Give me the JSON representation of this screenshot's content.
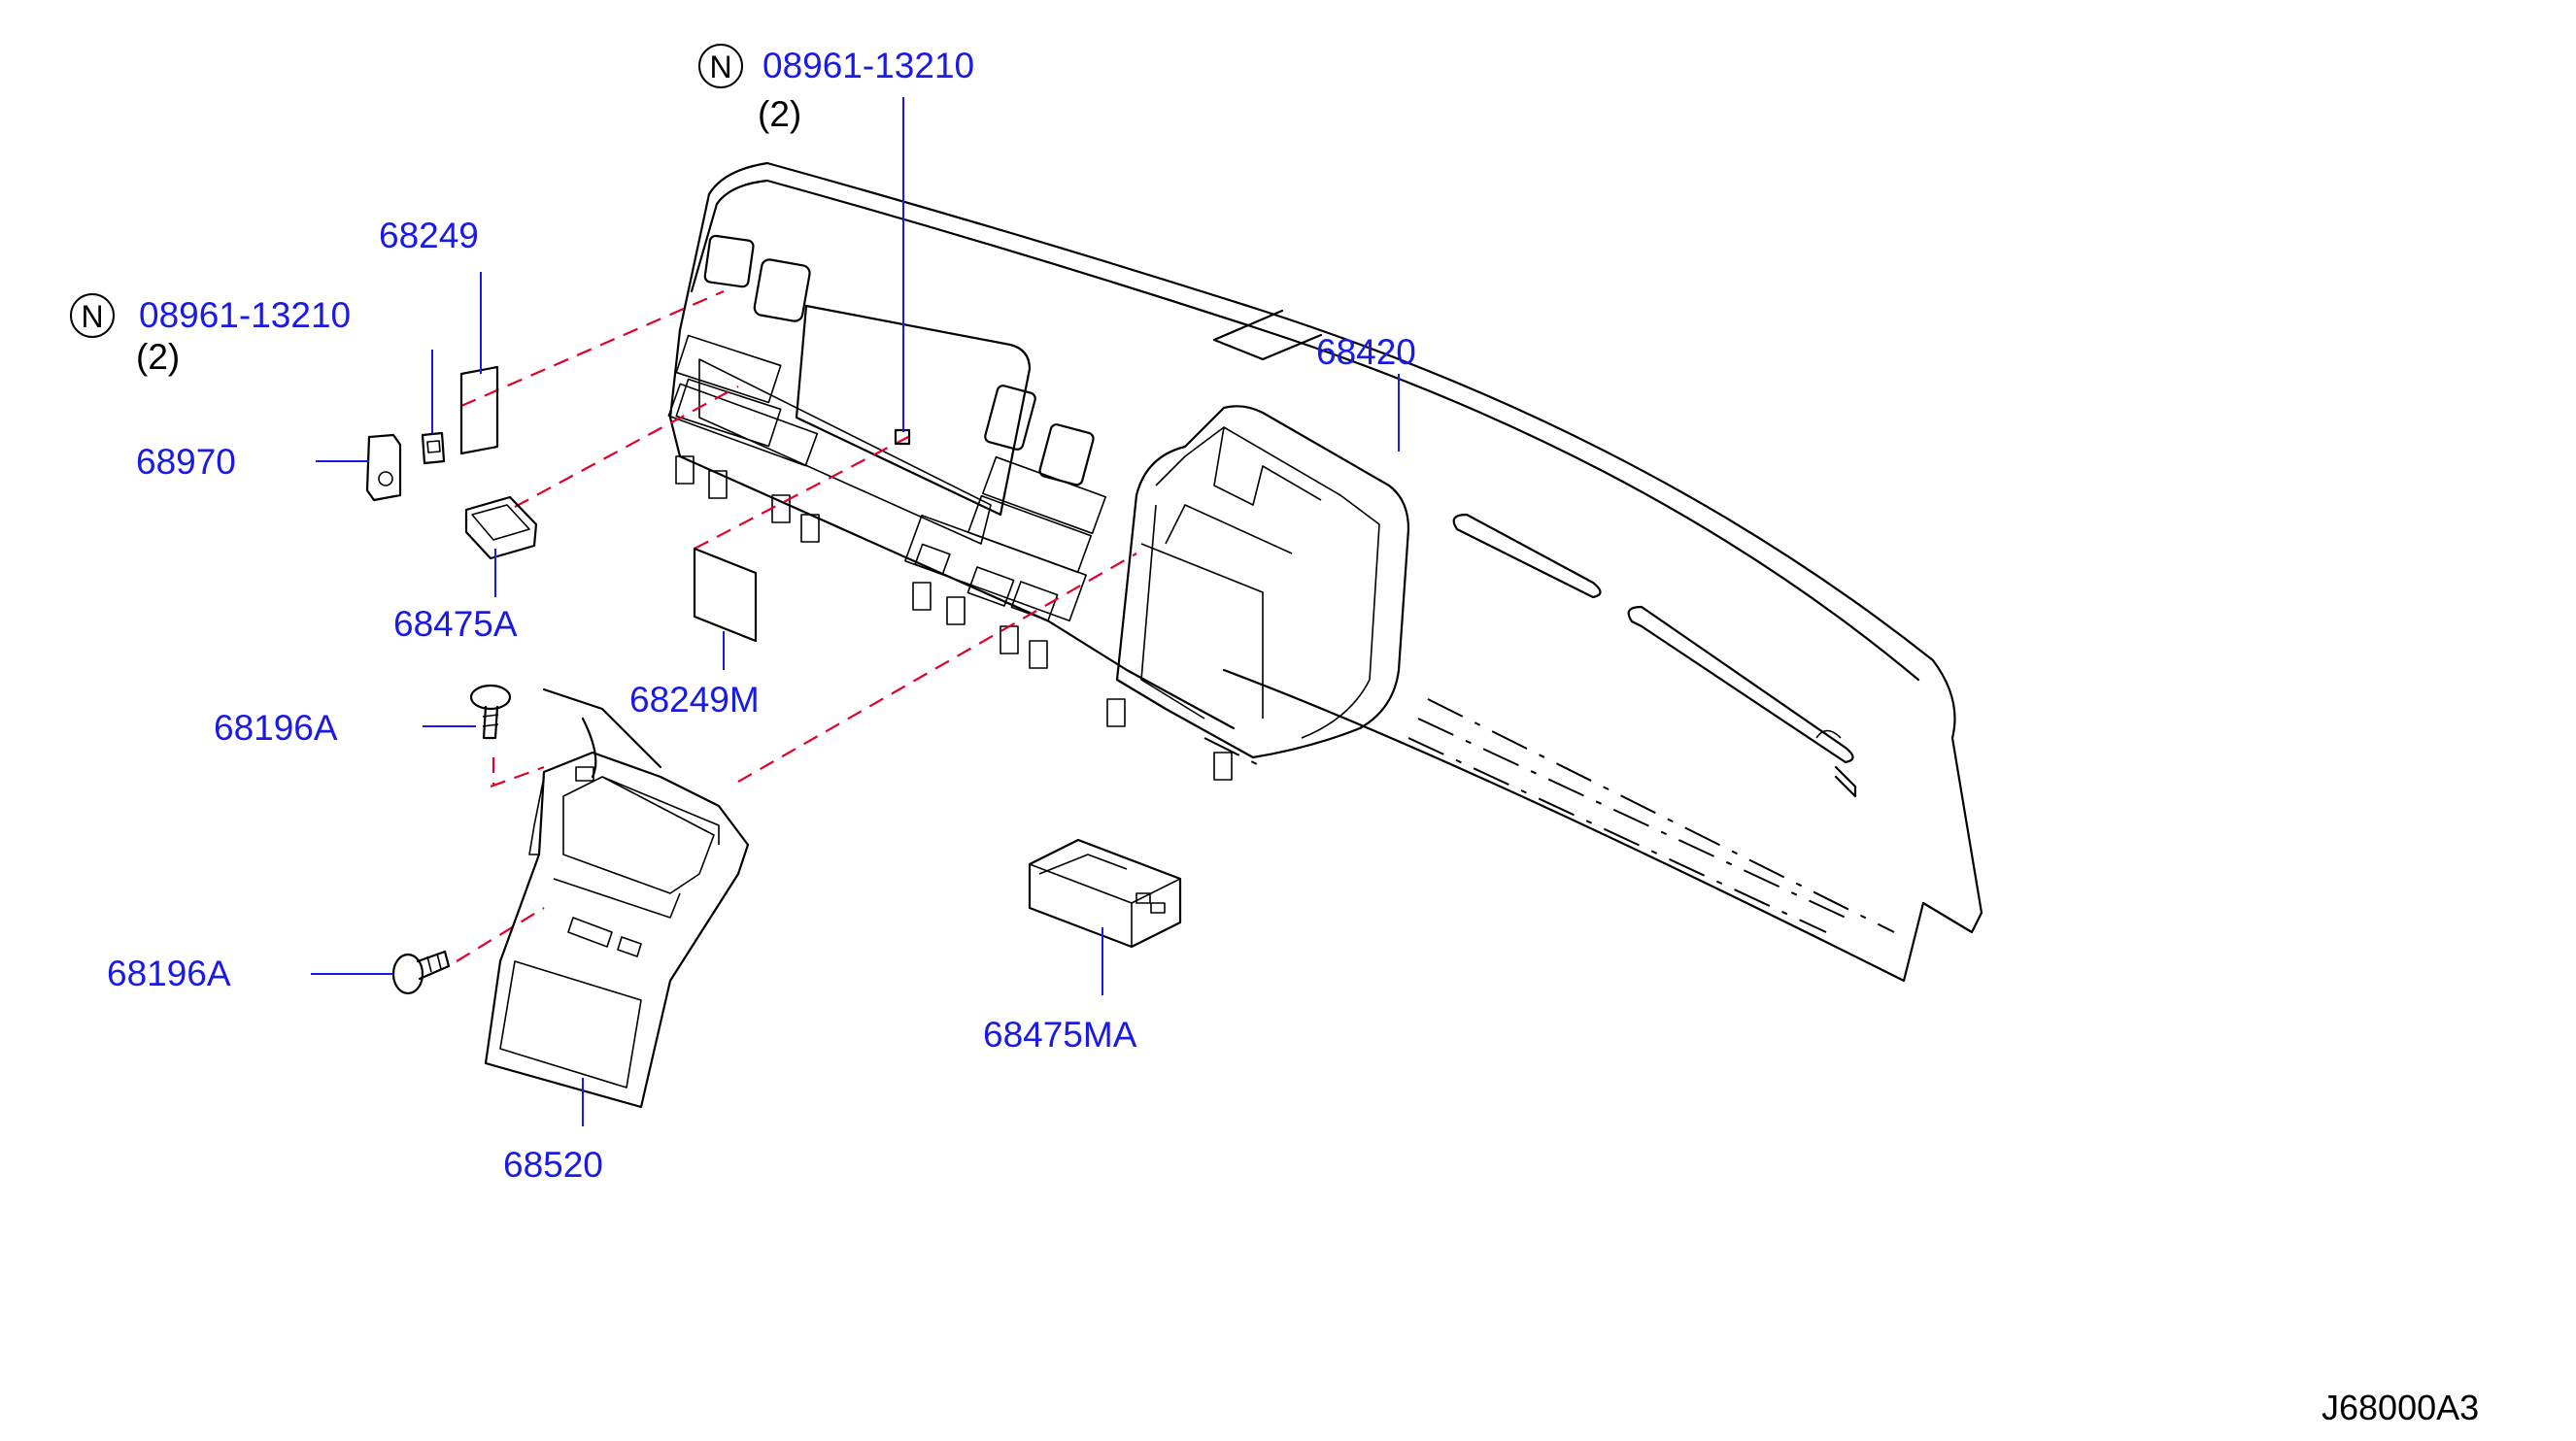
{
  "labels": {
    "n1_code": "08961-13210",
    "n1_qty": "(2)",
    "n2_code": "08961-13210",
    "n2_qty": "(2)",
    "n_symbol": "N",
    "p68249": "68249",
    "p68970": "68970",
    "p68475a": "68475A",
    "p68249m": "68249M",
    "p68196a_top": "68196A",
    "p68196a": "68196A",
    "p68520": "68520",
    "p68420": "68420",
    "p68475ma": "68475MA",
    "drawing_id": "J68000A3"
  },
  "colors": {
    "part_number": "#1a1ae6",
    "leader": "#1a1ae6",
    "dashed_guide": "#e0002a",
    "outline": "#000000"
  }
}
